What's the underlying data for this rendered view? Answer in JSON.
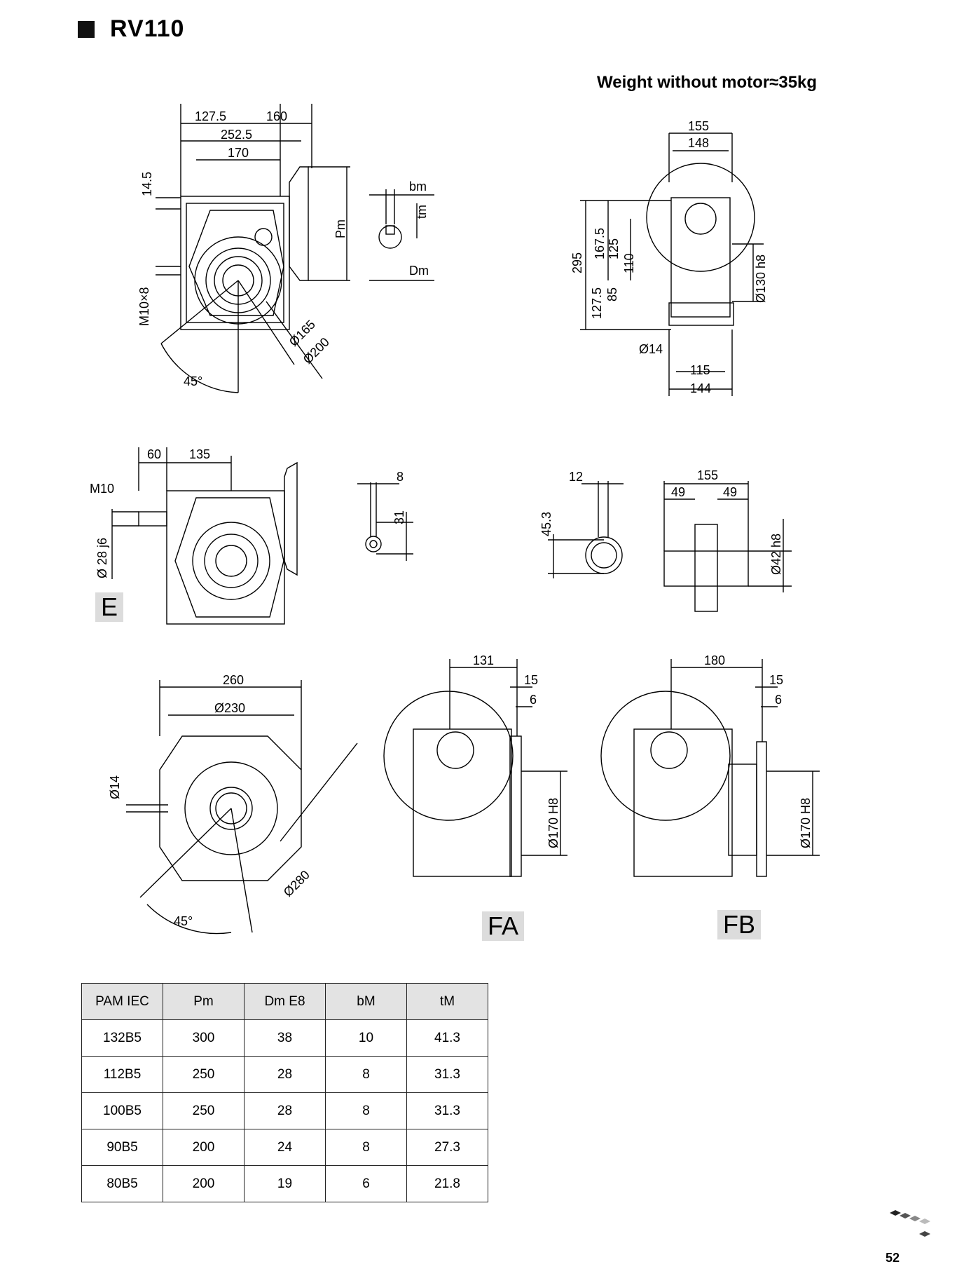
{
  "header": {
    "title": "RV110",
    "weight_note": "Weight without motor≈35kg"
  },
  "views": {
    "main": {
      "d1": "127.5",
      "d2": "160",
      "d3": "252.5",
      "d4": "170",
      "d5": "14.5",
      "d6": "Pm",
      "d7": "M10×8",
      "d8": "Ø165",
      "d9": "Ø200",
      "d10": "45°"
    },
    "key": {
      "bm": "bm",
      "tm": "tm",
      "dm": "Dm"
    },
    "side": {
      "w1": "155",
      "w2": "148",
      "h1": "295",
      "h2": "167.5",
      "h3": "125",
      "h4": "110",
      "h5": "127.5",
      "h6": "85",
      "dia": "Ø130 h8",
      "shaft": "Ø14",
      "b1": "115",
      "b2": "144"
    },
    "e": {
      "d1": "60",
      "d2": "135",
      "m": "M10",
      "dia": "Ø 28 j6",
      "label": "E"
    },
    "key2": {
      "w": "8",
      "h": "31"
    },
    "bore": {
      "w": "12",
      "h": "45.3"
    },
    "hollow": {
      "w": "155",
      "l": "49",
      "r": "49",
      "dia": "Ø42 h8"
    },
    "flange": {
      "w": "260",
      "d": "Ø230",
      "hole": "Ø14",
      "pcd": "Ø280",
      "angle": "45°"
    },
    "fa": {
      "w": "131",
      "a": "15",
      "b": "6",
      "dia": "Ø170 H8",
      "label": "FA"
    },
    "fb": {
      "w": "180",
      "a": "15",
      "b": "6",
      "dia": "Ø170 H8",
      "label": "FB"
    }
  },
  "table": {
    "headers": [
      "PAM IEC",
      "Pm",
      "Dm E8",
      "bM",
      "tM"
    ],
    "rows": [
      [
        "132B5",
        "300",
        "38",
        "10",
        "41.3"
      ],
      [
        "112B5",
        "250",
        "28",
        "8",
        "31.3"
      ],
      [
        "100B5",
        "250",
        "28",
        "8",
        "31.3"
      ],
      [
        "90B5",
        "200",
        "24",
        "8",
        "27.3"
      ],
      [
        "80B5",
        "200",
        "19",
        "6",
        "21.8"
      ]
    ]
  },
  "footer": {
    "page": "52"
  }
}
